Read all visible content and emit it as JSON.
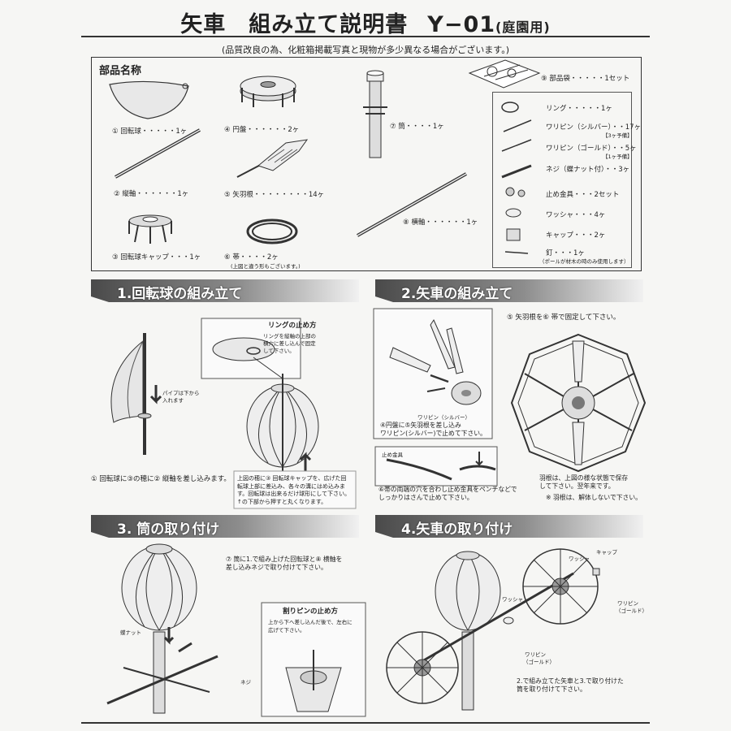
{
  "header": {
    "title_main": "矢車　組み立て説明書",
    "model": "Y−01",
    "variant": "(庭園用)",
    "notice": "(品質改良の為、化粧箱掲載写真と現物が多少異なる場合がございます。)"
  },
  "parts": {
    "heading": "部品名称",
    "items": [
      "① 回転球・・・・・1ヶ",
      "② 縦軸・・・・・・1ヶ",
      "③ 回転球キャップ・・・1ヶ",
      "④ 円盤・・・・・・2ヶ",
      "⑤ 矢羽根・・・・・・・・14ヶ",
      "⑥ 帯・・・・2ヶ",
      "⑦ 筒・・・・1ヶ",
      "⑧ 横軸・・・・・・1ヶ",
      "⑨ 部品袋・・・・・1セット"
    ],
    "band_note": "(上図と違う形もございます。)",
    "bag_items": [
      "リング・・・・・1ヶ",
      "ワリピン（シルバー）・・17ヶ",
      "ワリピン（ゴールド）・・5ヶ",
      "ネジ（蝶ナット付）・・3ヶ",
      "止め金具・・・2セット",
      "ワッシャ・・・4ヶ",
      "キャップ・・・2ヶ",
      "釘・・・1ヶ"
    ],
    "bag_notes": [
      "【3ヶ予備】",
      "【1ヶ予備】",
      "（ポールが材木の時のみ使用します）"
    ]
  },
  "step1": {
    "banner": "1.回転球の組み立て",
    "pipe_note_1": "パイプは下から",
    "pipe_note_2": "入れます",
    "caption": "① 回転球に③の穂に② 縦軸を差し込みます。",
    "ring_title": "リングの止め方",
    "ring_text": [
      "リングを縦軸の上部の",
      "横穴に差し込んで固定",
      "して下さい。"
    ],
    "cap_text": [
      "上図の穂に③ 回転球キャップを、広げた回",
      "転球上部に差込み、各々の溝にはめ込みま",
      "す。回転球は出来るだけ球形にして下さい。",
      "↑の下部から押すと丸くなります。"
    ]
  },
  "step2": {
    "banner": "2.矢車の組み立て",
    "band_fix": "⑤ 矢羽根を⑥ 帯で固定して下さい。",
    "pin_label": "ワリピン（シルバー）",
    "disk_text": [
      "④円盤に⑤矢羽根を差し込み",
      "ワリピン(シルバー)で止めて下さい。"
    ],
    "clip_label": "止め金具",
    "clip_text": [
      "⑥帯の両端の穴を合わし止め金具をペンチなどで",
      "しっかりはさんで止めて下さい。"
    ],
    "keep_text": [
      "羽根は、上図の様な状態で保存",
      "して下さい。翌年来です。"
    ],
    "keep_note": "※ 羽根は、解体しないで下さい。"
  },
  "step3": {
    "banner": "3. 筒の取り付け",
    "text": [
      "⑦ 筒に1.で組み上げた回転球と⑧ 横軸を",
      "差し込みネジで取り付けて下さい。"
    ],
    "nut_label": "蝶ナット",
    "screw_label": "ネジ",
    "pin_title": "割りピンの止め方",
    "pin_text": [
      "上から下へ差し込んだ後で、左右に",
      "広げて下さい。"
    ]
  },
  "step4": {
    "banner": "4.矢車の取り付け",
    "cap_label": "キャップ",
    "washer_label": "ワッシャ",
    "pin_label": "ワリピン",
    "gold_label": "（ゴールド）",
    "text": [
      "2.で組み立てた矢車と3.で取り付けた",
      "筒を取り付けて下さい。"
    ]
  }
}
